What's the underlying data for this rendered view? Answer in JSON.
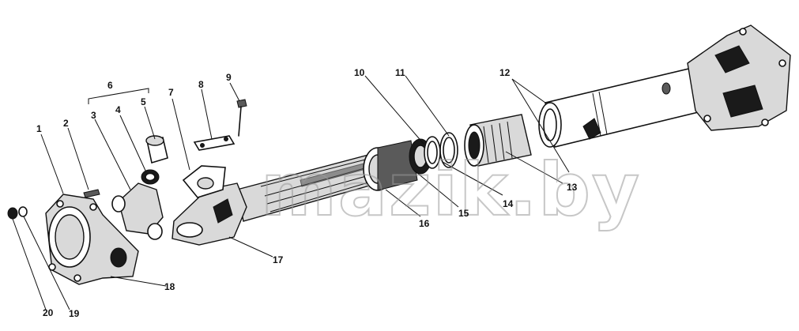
{
  "watermark": "mazik.by",
  "callouts": [
    "1",
    "2",
    "3",
    "4",
    "5",
    "6",
    "7",
    "8",
    "9",
    "10",
    "11",
    "12",
    "13",
    "14",
    "15",
    "16",
    "17",
    "18",
    "19",
    "20"
  ]
}
